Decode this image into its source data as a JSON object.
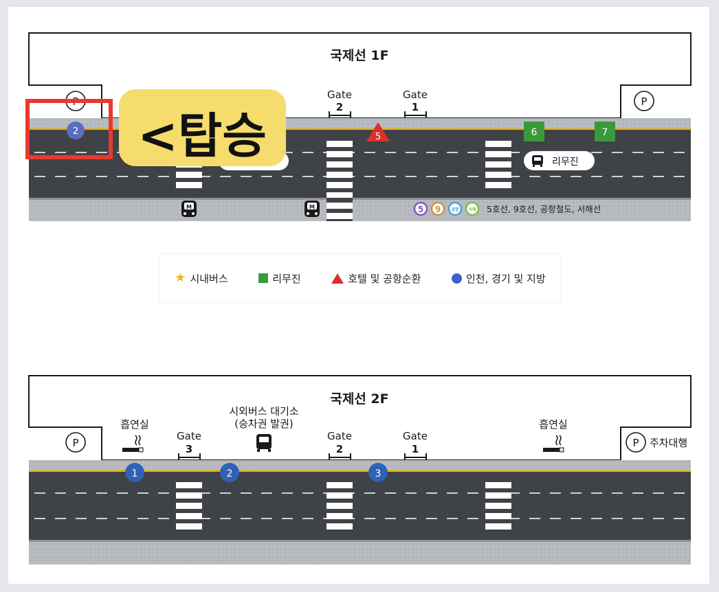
{
  "colors": {
    "road": "#3f4246",
    "sidewalk": "#b9bdc2",
    "curb_line": "#d9b33a",
    "highlight_red": "#e8392f",
    "callout_yellow": "#f6dc6d",
    "blue_stop": "#2f62b3",
    "purple_stop": "#5c6cbe",
    "green_stop": "#3a9a3a",
    "red_stop": "#d9302c"
  },
  "floor1": {
    "title": "국제선 1F",
    "parking_left": "P",
    "parking_right": "P",
    "gates": [
      {
        "label": "Gate",
        "number": "2"
      },
      {
        "label": "Gate",
        "number": "1"
      }
    ],
    "stops": [
      {
        "number": "2",
        "kind": "region",
        "color": "#5c6cbe"
      },
      {
        "number": "5",
        "kind": "hotel",
        "color": "#d9302c"
      },
      {
        "number": "6",
        "kind": "limousine",
        "color": "#3a9a3a"
      },
      {
        "number": "7",
        "kind": "limousine",
        "color": "#3a9a3a"
      }
    ],
    "limousine_label": "리무진",
    "metro_icon": "M",
    "subway_badges": [
      {
        "text": "5",
        "color": "#8b52b6"
      },
      {
        "text": "9",
        "color": "#c9924a"
      },
      {
        "text": "공항",
        "color": "#4aa0d6"
      },
      {
        "text": "서해",
        "color": "#7cc142"
      }
    ],
    "subway_text": "5호선, 9호선, 공항철도, 서해선"
  },
  "callout": {
    "text": "<탑승"
  },
  "legend": {
    "items": [
      {
        "icon": "star-icon",
        "label": "시내버스"
      },
      {
        "icon": "square-icon",
        "label": "리무진"
      },
      {
        "icon": "triangle-icon",
        "label": "호텔 및 공항순환"
      },
      {
        "icon": "circle-icon",
        "label": "인천, 경기 및 지방"
      }
    ]
  },
  "floor2": {
    "title": "국제선 2F",
    "parking_left": "P",
    "parking_right": "P",
    "valet_label": "주차대행",
    "smoking_left": "흡연실",
    "smoking_right": "흡연실",
    "bus_waiting_line1": "시외버스 대기소",
    "bus_waiting_line2": "(승차권 발권)",
    "gates": [
      {
        "label": "Gate",
        "number": "3"
      },
      {
        "label": "Gate",
        "number": "2"
      },
      {
        "label": "Gate",
        "number": "1"
      }
    ],
    "stops": [
      {
        "number": "1",
        "color": "#2f62b3"
      },
      {
        "number": "2",
        "color": "#2f62b3"
      },
      {
        "number": "3",
        "color": "#2f62b3"
      }
    ]
  }
}
